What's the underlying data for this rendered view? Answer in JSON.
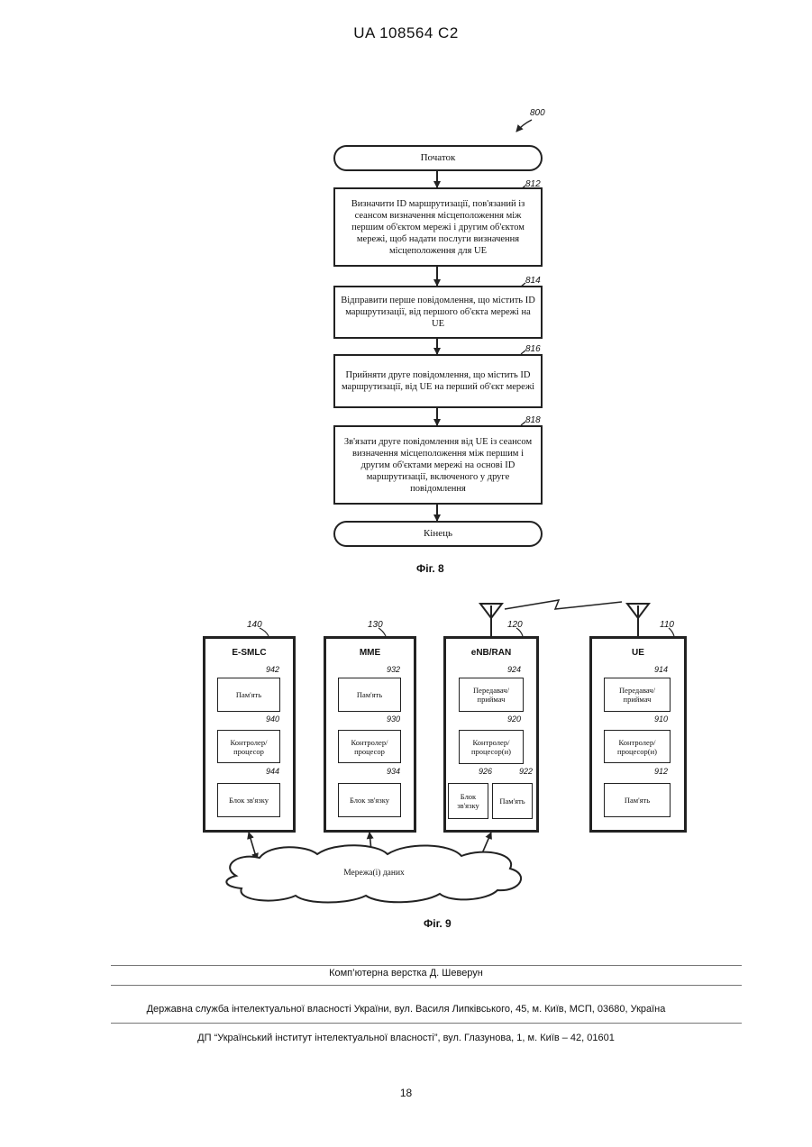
{
  "header": {
    "patent_number": "UA   108564   C2"
  },
  "fig8": {
    "ref": "800",
    "start": "Початок",
    "end": "Кінець",
    "caption": "Фіг. 8",
    "steps": [
      {
        "ref": "812",
        "text": "Визначити ID маршрутизації, пов'язаний із сеансом визначення місцеположення між першим об'єктом мережі і другим об'єктом мережі, щоб надати послуги визначення місцеположення для UE"
      },
      {
        "ref": "814",
        "text": "Відправити перше повідомлення, що містить ID маршрутизації, від першого об'єкта мережі на UE"
      },
      {
        "ref": "816",
        "text": "Прийняти друге повідомлення, що містить ID маршрутизації, від UE на перший об'єкт мережі"
      },
      {
        "ref": "818",
        "text": "Зв'язати друге повідомлення від UE із сеансом визначення місцеположення між першим і другим об'єктами мережі на основі ID маршрутизації, включеного у друге повідомлення"
      }
    ]
  },
  "fig9": {
    "caption": "Фіг. 9",
    "network": "Мережа(і) даних",
    "entities": [
      {
        "ref": "140",
        "title": "E-SMLC",
        "blocks": [
          {
            "ref": "942",
            "text": "Пам'ять"
          },
          {
            "ref": "940",
            "text": "Контролер/ процесор"
          },
          {
            "ref": "944",
            "text": "Блок зв'язку"
          }
        ]
      },
      {
        "ref": "130",
        "title": "MME",
        "blocks": [
          {
            "ref": "932",
            "text": "Пам'ять"
          },
          {
            "ref": "930",
            "text": "Контролер/ процесор"
          },
          {
            "ref": "934",
            "text": "Блок зв'язку"
          }
        ]
      },
      {
        "ref": "120",
        "title": "eNB/RAN",
        "blocks": [
          {
            "ref": "924",
            "text": "Передавач/ приймач"
          },
          {
            "ref": "920",
            "text": "Контролер/ процесор(и)"
          },
          {
            "ref": "926",
            "text": "Блок зв'язку"
          },
          {
            "ref": "922",
            "text": "Пам'ять"
          }
        ]
      },
      {
        "ref": "110",
        "title": "UE",
        "blocks": [
          {
            "ref": "914",
            "text": "Передавач/ приймач"
          },
          {
            "ref": "910",
            "text": "Контролер/ процесор(и)"
          },
          {
            "ref": "912",
            "text": "Пам'ять"
          }
        ]
      }
    ]
  },
  "footer": {
    "layout": "Комп’ютерна верстка Д. Шеверун",
    "agency": "Державна служба інтелектуальної власності України, вул. Василя Липківського, 45, м. Київ, МСП, 03680, Україна",
    "institute": "ДП “Український інститут інтелектуальної власності”, вул. Глазунова, 1, м. Київ – 42, 01601",
    "page_number": "18"
  }
}
